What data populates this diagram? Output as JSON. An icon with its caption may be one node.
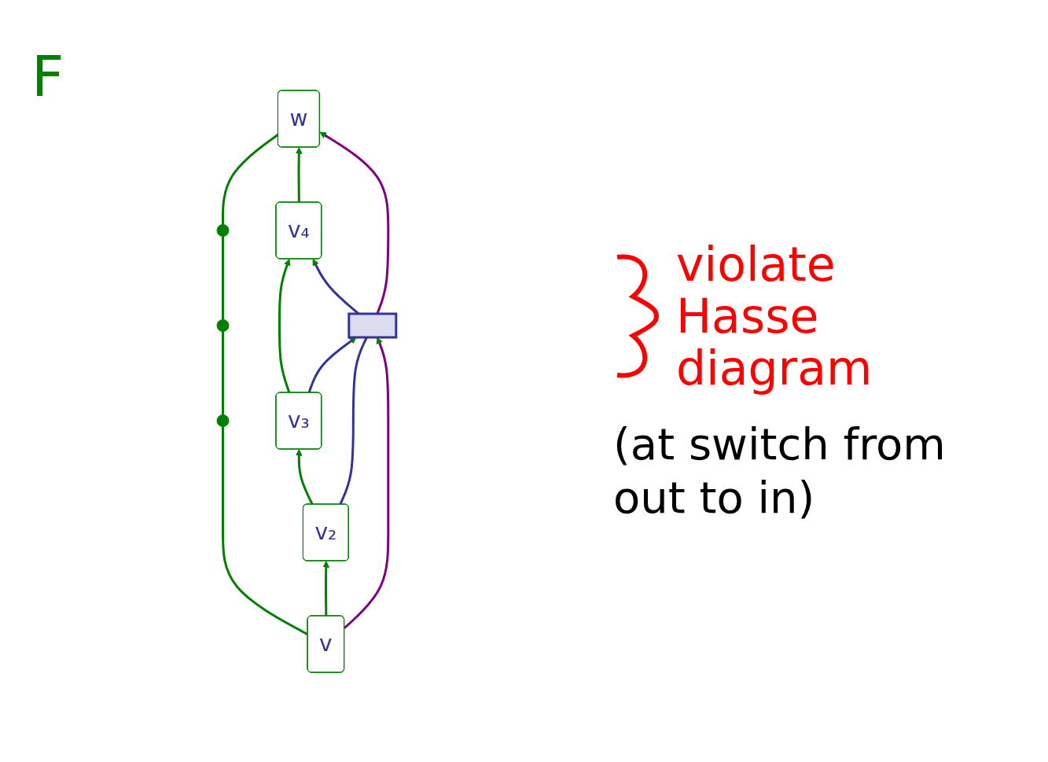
{
  "diagram": {
    "nodes": [
      {
        "text": [
          "w"
        ]
      },
      {
        "text": [],
        "shape": "circle"
      },
      {
        "text": [],
        "shape": "circle"
      },
      {
        "text": [],
        "shape": "circle"
      },
      {
        "text": [
          "v"
        ]
      },
      {
        "text": [
          "v₂"
        ]
      },
      {
        "text": [
          "v₃"
        ]
      },
      {
        "text": [
          "v₄"
        ]
      },
      {
        "text": [],
        "shape": "box"
      }
    ],
    "edges": [
      {
        "from": 1,
        "to": 0,
        "arrow": "none"
      },
      {
        "from": 2,
        "to": 1,
        "arrow": "none"
      },
      {
        "from": 3,
        "to": 2,
        "arrow": "none"
      },
      {
        "from": 4,
        "to": 3,
        "arrow": "none"
      },
      {
        "from": 4,
        "to": 5,
        "arrow": "to"
      },
      {
        "from": 5,
        "to": 6,
        "arrow": "to"
      },
      {
        "from": 6,
        "to": 7,
        "arrow": "to"
      },
      {
        "from": 7,
        "to": 0,
        "arrow": "to"
      },
      {
        "from": 5,
        "to": 8,
        "arrow": "none",
        "color": "#333399"
      },
      {
        "from": 6,
        "to": 8,
        "arrow": "to",
        "color": "#333399"
      },
      {
        "from": 8,
        "to": 7,
        "arrow": "to",
        "color": "#333399"
      },
      {
        "from": 8,
        "to": 0,
        "arrow": "to",
        "color": "#800080"
      },
      {
        "from": 4,
        "to": 8,
        "arrow": "to",
        "color": "#800080"
      }
    ],
    "labels": [
      "F",
      "violate Hasse diagram",
      "(at switch from out to in)"
    ]
  }
}
